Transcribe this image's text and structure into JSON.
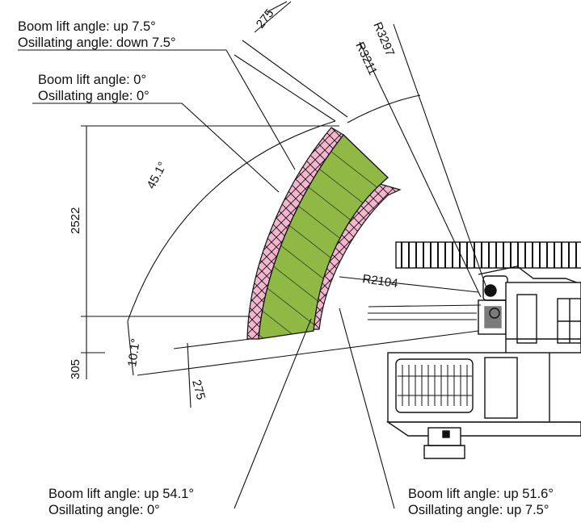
{
  "labels": {
    "top_a_line1": "Boom lift angle: up 7.5°",
    "top_a_line2": "Osillating angle: down 7.5°",
    "top_b_line1": "Boom lift angle: 0°",
    "top_b_line2": "Osillating angle: 0°",
    "bottom_left_line1": "Boom lift angle: up 54.1°",
    "bottom_left_line2": "Osillating angle: 0°",
    "bottom_right_line1": "Boom lift angle: up 51.6°",
    "bottom_right_line2": "Osillating angle: up 7.5°"
  },
  "dimensions": {
    "radius_outer": "R3297",
    "radius_mid": "R3211",
    "radius_inner": "R2104",
    "offset_top": "275",
    "offset_bottom": "275",
    "height_main": "2522",
    "height_lower": "305",
    "angle_swing": "45.1°",
    "angle_low": "10.1°"
  },
  "colors": {
    "green_zone": "#8fb845",
    "pink_zone": "#f4b6cf",
    "line": "#111111"
  }
}
